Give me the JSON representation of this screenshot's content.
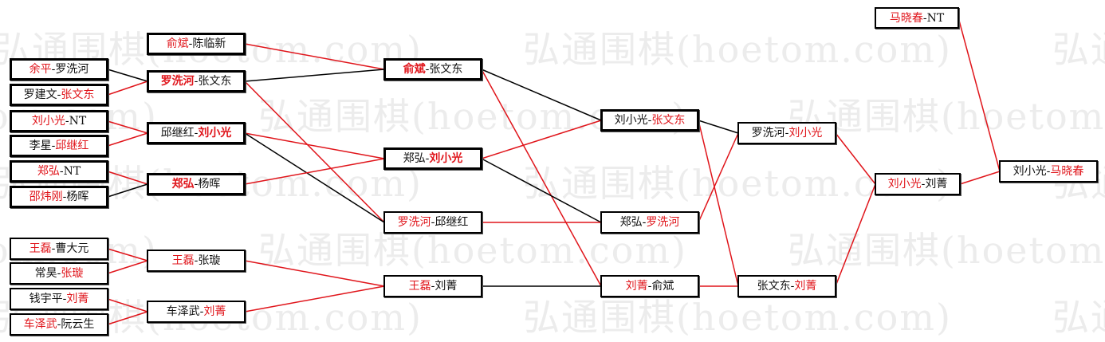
{
  "watermark": "弘通围棋(hoetom.com)",
  "colors": {
    "winner": "#e0151b",
    "other": "#111111",
    "line_win": "#e0151b",
    "line_lose": "#000000"
  },
  "matches": {
    "r1_1": {
      "a": "余平",
      "b": "罗洗河",
      "winner": "a"
    },
    "r1_2": {
      "a": "罗建文",
      "b": "张文东",
      "winner": "b"
    },
    "r1_3": {
      "a": "刘小光",
      "b": "NT",
      "winner": "a"
    },
    "r1_4": {
      "a": "李星",
      "b": "邱继红",
      "winner": "b"
    },
    "r1_5": {
      "a": "郑弘",
      "b": "NT",
      "winner": "a"
    },
    "r1_6": {
      "a": "邵炜刚",
      "b": "杨晖",
      "winner": "a"
    },
    "r1_7": {
      "a": "王磊",
      "b": "曹大元",
      "winner": "a"
    },
    "r1_8": {
      "a": "常昊",
      "b": "张璇",
      "winner": "b"
    },
    "r1_9": {
      "a": "钱宇平",
      "b": "刘菁",
      "winner": "b"
    },
    "r1_10": {
      "a": "车泽武",
      "b": "阮云生",
      "winner": "a"
    },
    "r2_1": {
      "a": "俞斌",
      "b": "陈临新",
      "winner": "a"
    },
    "r2_2": {
      "a": "罗洗河",
      "b": "张文东",
      "winner": "a"
    },
    "r2_3": {
      "a": "邱继红",
      "b": "刘小光",
      "winner": "b"
    },
    "r2_4": {
      "a": "郑弘",
      "b": "杨晖",
      "winner": "a"
    },
    "r2_5": {
      "a": "王磊",
      "b": "张璇",
      "winner": "a"
    },
    "r2_6": {
      "a": "车泽武",
      "b": "刘菁",
      "winner": "b"
    },
    "r3_1": {
      "a": "俞斌",
      "b": "张文东",
      "winner": "a"
    },
    "r3_2": {
      "a": "郑弘",
      "b": "刘小光",
      "winner": "b"
    },
    "r3_3": {
      "a": "罗洗河",
      "b": "邱继红",
      "winner": "a"
    },
    "r3_4": {
      "a": "王磊",
      "b": "刘菁",
      "winner": "a"
    },
    "r4_1": {
      "a": "刘小光",
      "b": "张文东",
      "winner": "b"
    },
    "r4_2": {
      "a": "郑弘",
      "b": "罗洗河",
      "winner": "b"
    },
    "r4_3": {
      "a": "刘菁",
      "b": "俞斌",
      "winner": "a"
    },
    "r5_1": {
      "a": "罗洗河",
      "b": "刘小光",
      "winner": "b"
    },
    "r5_2": {
      "a": "张文东",
      "b": "刘菁",
      "winner": "b"
    },
    "r6_1": {
      "a": "刘小光",
      "b": "刘菁",
      "winner": "a"
    },
    "seed": {
      "a": "马晓春",
      "b": "NT",
      "winner": "a"
    },
    "final": {
      "a": "刘小光",
      "b": "马晓春",
      "winner": "b"
    }
  }
}
